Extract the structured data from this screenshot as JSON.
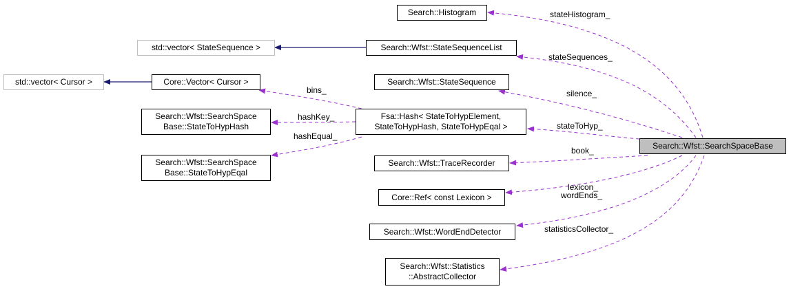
{
  "nodes": {
    "search_space_base": "Search::Wfst::SearchSpaceBase",
    "histogram": "Search::Histogram",
    "vector_state_sequence": "std::vector< StateSequence >",
    "state_sequence_list": "Search::Wfst::StateSequenceList",
    "vector_cursor": "std::vector< Cursor >",
    "core_vector_cursor": "Core::Vector< Cursor >",
    "state_sequence": "Search::Wfst::StateSequence",
    "state_to_hyp_hash": [
      "Search::Wfst::SearchSpace",
      "Base::StateToHypHash"
    ],
    "fsa_hash": [
      "Fsa::Hash< StateToHypElement,",
      "StateToHypHash, StateToHypEqal >"
    ],
    "state_to_hyp_eqal": [
      "Search::Wfst::SearchSpace",
      "Base::StateToHypEqal"
    ],
    "trace_recorder": "Search::Wfst::TraceRecorder",
    "core_ref_lexicon": "Core::Ref< const Lexicon >",
    "word_end_detector": "Search::Wfst::WordEndDetector",
    "abstract_collector": [
      "Search::Wfst::Statistics",
      "::AbstractCollector"
    ]
  },
  "edge_labels": {
    "stateHistogram": "stateHistogram_",
    "stateSequences": "stateSequences_",
    "silence": "silence_",
    "stateToHyp": "stateToHyp_",
    "book": "book_",
    "lexicon": "lexicon_",
    "wordEnds": "wordEnds_",
    "statisticsCollector": "statisticsCollector_",
    "bins": "bins_",
    "hashKey": "hashKey_",
    "hashEqual": "hashEqual_"
  },
  "colors": {
    "usage_edge": "#9a32cd",
    "inheritance_edge": "#191970",
    "focus_fill": "#bfbfbf",
    "external_border": "#bfbfbf"
  }
}
